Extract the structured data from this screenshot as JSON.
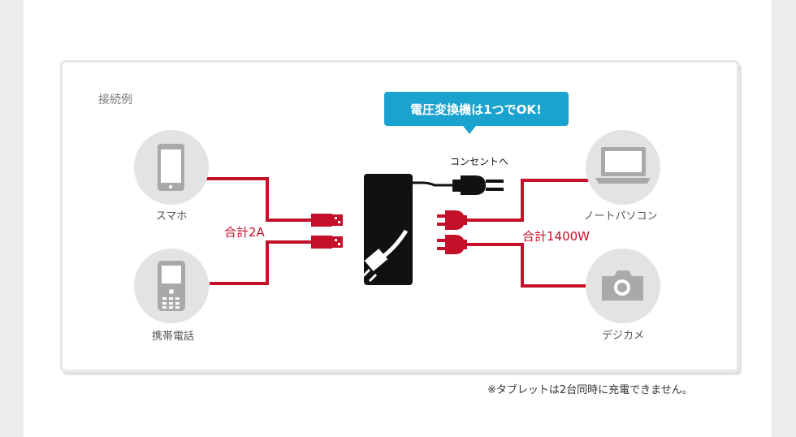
{
  "diagram": {
    "title": "接続例",
    "callout": "電圧変換機は1つでOK!",
    "outlet_label": "コンセントへ",
    "usb_total": "合計2A",
    "ac_total": "合計1400W",
    "devices_left": [
      {
        "label": "スマホ",
        "icon": "smartphone-icon"
      },
      {
        "label": "携帯電話",
        "icon": "feature-phone-icon"
      }
    ],
    "devices_right": [
      {
        "label": "ノートパソコン",
        "icon": "laptop-icon"
      },
      {
        "label": "デジカメ",
        "icon": "camera-icon"
      }
    ],
    "footnote": "※タブレットは2台同時に充電できません。"
  },
  "colors": {
    "cable": "#c5102a",
    "icon_bg": "#e3e3e3",
    "icon_fg": "#a9a9a9",
    "callout_bg": "#1aa3cf",
    "converter": "#111111"
  }
}
